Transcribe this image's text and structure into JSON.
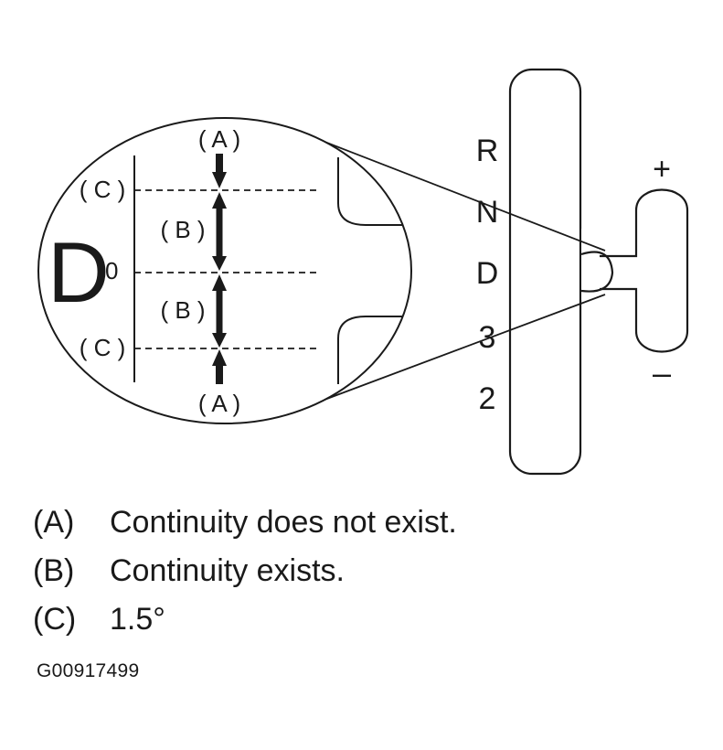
{
  "diagram": {
    "zoom_labels": {
      "a_top": "( A )",
      "a_bottom": "( A )",
      "c_top": "( C )",
      "c_bottom": "( C )",
      "b_top": "( B )",
      "b_bottom": "( B )",
      "big_letter": "D",
      "zero": "0"
    },
    "shift_positions": [
      "R",
      "N",
      "D",
      "3",
      "2"
    ],
    "plus_sign": "+",
    "minus_sign": "–"
  },
  "legend": [
    {
      "key": "(A)",
      "text": "Continuity does not exist."
    },
    {
      "key": "(B)",
      "text": "Continuity exists."
    },
    {
      "key": "(C)",
      "text": "1.5°"
    }
  ],
  "figure_code": "G00917499"
}
